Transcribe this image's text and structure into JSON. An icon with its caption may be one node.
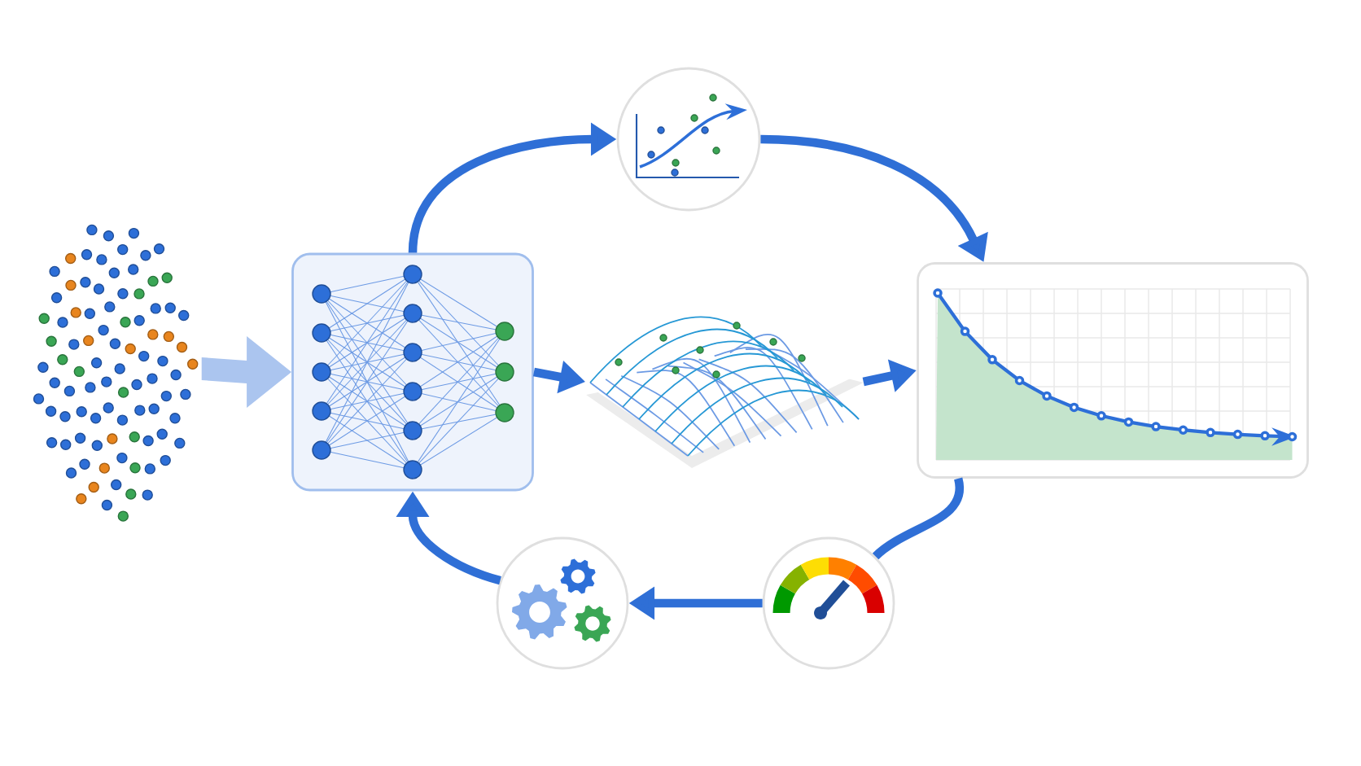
{
  "diagram": {
    "nodes": [
      {
        "text": [],
        "shape": "picture"
      },
      {
        "text": [],
        "shape": "box"
      },
      {
        "text": [],
        "shape": "circle"
      },
      {
        "text": [],
        "shape": "picture"
      },
      {
        "text": [],
        "shape": "box"
      },
      {
        "text": [],
        "shape": "circle"
      },
      {
        "text": [],
        "shape": "circle"
      }
    ],
    "edges": [
      {
        "from": 0,
        "to": 1,
        "arrow": "to",
        "style": "thick",
        "color": "#abc5ef"
      },
      {
        "from": 1,
        "to": 3,
        "arrow": "to"
      },
      {
        "from": 3,
        "to": 4,
        "arrow": "to"
      },
      {
        "from": 1,
        "to": 2,
        "arrow": "to"
      },
      {
        "from": 2,
        "to": 4,
        "arrow": "to"
      },
      {
        "from": 4,
        "to": 5,
        "arrow": "none"
      },
      {
        "from": 5,
        "to": 6,
        "arrow": "to"
      },
      {
        "from": 6,
        "to": 1,
        "arrow": "to"
      }
    ]
  }
}
